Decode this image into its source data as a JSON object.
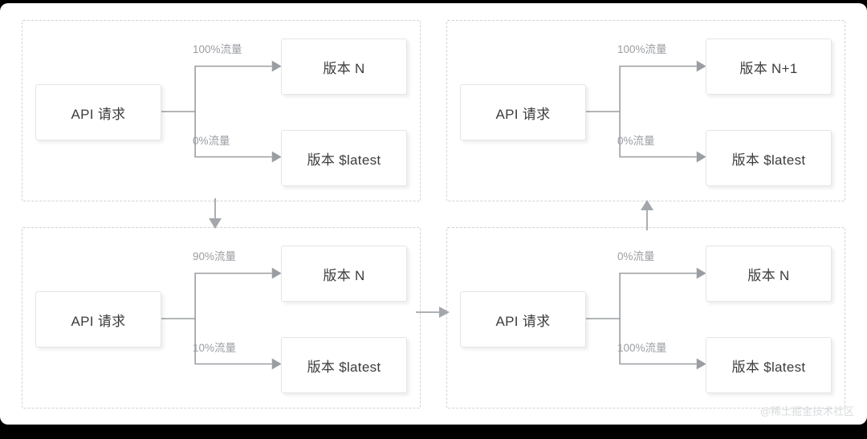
{
  "meta": {
    "watermark": "@稀土掘金技术社区"
  },
  "labels": {
    "api_request": "API 请求"
  },
  "panels": [
    {
      "id": "stage-1",
      "source": "API 请求",
      "branches": [
        {
          "label": "100%流量",
          "target": "版本 N"
        },
        {
          "label": "0%流量",
          "target": "版本 $latest"
        }
      ]
    },
    {
      "id": "stage-4",
      "source": "API 请求",
      "branches": [
        {
          "label": "100%流量",
          "target": "版本 N+1"
        },
        {
          "label": "0%流量",
          "target": "版本 $latest"
        }
      ]
    },
    {
      "id": "stage-2",
      "source": "API 请求",
      "branches": [
        {
          "label": "90%流量",
          "target": "版本 N"
        },
        {
          "label": "10%流量",
          "target": "版本 $latest"
        }
      ]
    },
    {
      "id": "stage-3",
      "source": "API 请求",
      "branches": [
        {
          "label": "0%流量",
          "target": "版本 N"
        },
        {
          "label": "100%流量",
          "target": "版本 $latest"
        }
      ]
    }
  ],
  "flow_arrows": [
    {
      "name": "arrow-stage1-to-stage2",
      "direction": "down"
    },
    {
      "name": "arrow-stage2-to-stage3",
      "direction": "right"
    },
    {
      "name": "arrow-stage3-to-stage4",
      "direction": "up"
    }
  ],
  "colors": {
    "canvas": "#ffffff",
    "panel_border": "#cfd2d6",
    "node_border": "#e3e5e8",
    "node_text": "#3c3c3c",
    "wire": "#9a9da1",
    "label_text": "#9a9da1",
    "watermark": "#d9dbdd",
    "page_background": "#000000"
  }
}
